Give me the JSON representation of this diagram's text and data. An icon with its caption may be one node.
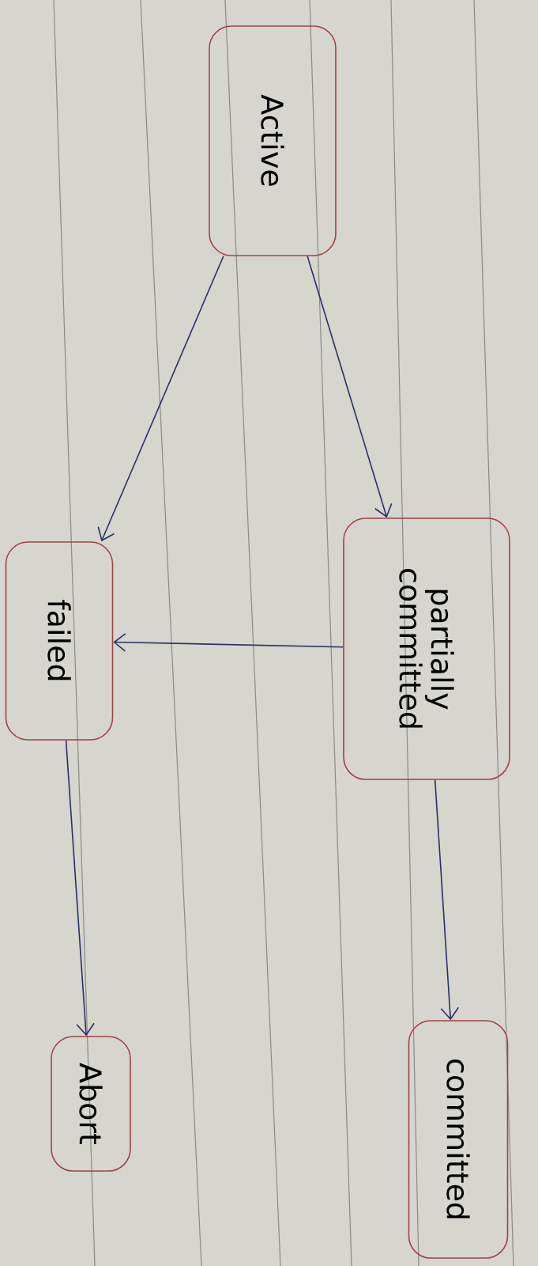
{
  "diagram": {
    "nodes": [
      {
        "text": [
          "Active"
        ]
      },
      {
        "text": [
          "partially committed"
        ]
      },
      {
        "text": [
          "failed"
        ]
      },
      {
        "text": [
          "Abort"
        ]
      },
      {
        "text": [
          "committed"
        ]
      }
    ],
    "edges": [
      {
        "from": 0,
        "to": 2,
        "arrow": "to"
      },
      {
        "from": 0,
        "to": 1,
        "arrow": "to"
      },
      {
        "from": 1,
        "to": 2,
        "arrow": "to"
      },
      {
        "from": 2,
        "to": 3,
        "arrow": "to"
      },
      {
        "from": 1,
        "to": 4,
        "arrow": "to"
      }
    ]
  }
}
